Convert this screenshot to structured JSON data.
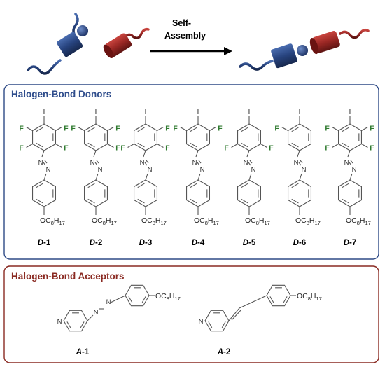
{
  "self_assembly": {
    "line1": "Self-",
    "line2": "Assembly"
  },
  "donors": {
    "title": "Halogen-Bond Donors",
    "halogen": "I",
    "fluorine": "F",
    "nitrogen": "N",
    "chain_o": "OC",
    "chain_c_sub": "8",
    "chain_h": "H",
    "chain_h_sub": "17",
    "items": [
      {
        "letter": "D",
        "num": "-1",
        "f": [
          true,
          true,
          true,
          true
        ]
      },
      {
        "letter": "D",
        "num": "-2",
        "f": [
          true,
          true,
          true,
          false
        ]
      },
      {
        "letter": "D",
        "num": "-3",
        "f": [
          false,
          true,
          true,
          true
        ]
      },
      {
        "letter": "D",
        "num": "-4",
        "f": [
          true,
          true,
          false,
          false
        ]
      },
      {
        "letter": "D",
        "num": "-5",
        "f": [
          false,
          false,
          true,
          true
        ]
      },
      {
        "letter": "D",
        "num": "-6",
        "f": [
          true,
          false,
          false,
          false
        ]
      },
      {
        "letter": "D",
        "num": "-7",
        "f": [
          true,
          true,
          true,
          true
        ]
      }
    ]
  },
  "acceptors": {
    "title": "Halogen-Bond Acceptors",
    "items": [
      {
        "letter": "A",
        "num": "-1"
      },
      {
        "letter": "A",
        "num": "-2"
      }
    ]
  },
  "colors": {
    "donor_blue": "#2e4a86",
    "acceptor_red": "#9a2724",
    "fluorine_green": "#2f7a2f"
  }
}
